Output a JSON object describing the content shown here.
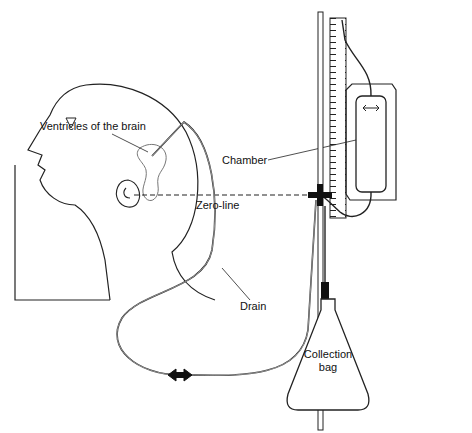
{
  "diagram": {
    "nodes": [
      {
        "text": [
          "Collection bag"
        ]
      }
    ],
    "labels": [
      "Ventricles of the brain",
      "Chamber",
      "Zero-line",
      "Drain"
    ]
  }
}
